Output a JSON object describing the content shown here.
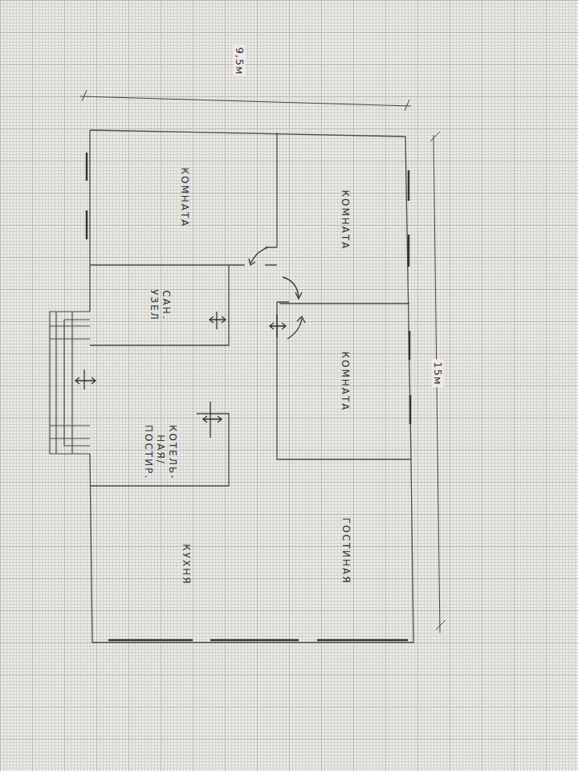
{
  "diagram": {
    "nodes": [
      {
        "text": [
          "КОМНАТА"
        ]
      },
      {
        "text": [
          "КОМНАТА"
        ]
      },
      {
        "text": [
          "САН. УЗЕЛ"
        ]
      },
      {
        "text": [
          "КОМНАТА"
        ]
      },
      {
        "text": [
          "КОТЕЛЬ- НАЯ/ ПОСТИР."
        ]
      },
      {
        "text": [
          "ГОСТИНАЯ"
        ]
      },
      {
        "text": [
          "КУХНЯ"
        ]
      }
    ],
    "labels": [
      "9,5м",
      "15м"
    ]
  }
}
